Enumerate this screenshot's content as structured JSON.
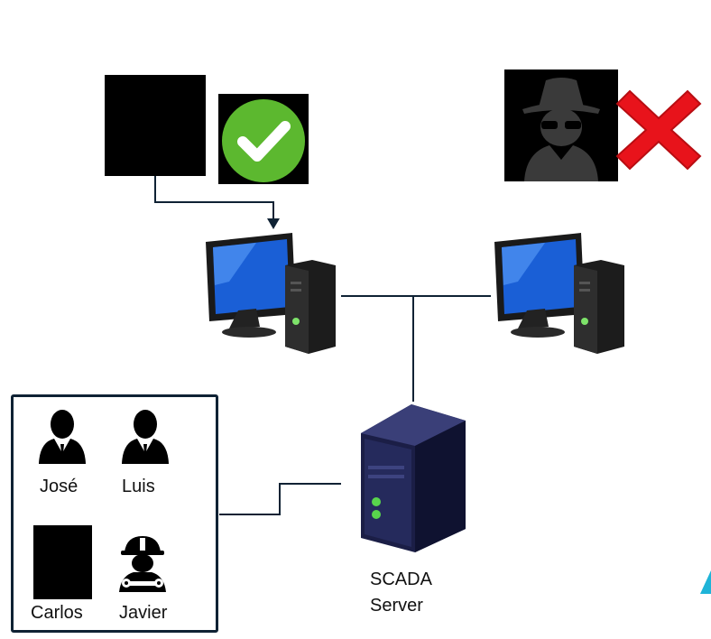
{
  "server": {
    "label_line1": "SCADA",
    "label_line2": "Server"
  },
  "users": [
    {
      "name": "José",
      "icon": "person-icon"
    },
    {
      "name": "Luis",
      "icon": "person-icon"
    },
    {
      "name": "Carlos",
      "icon": "redacted-photo"
    },
    {
      "name": "Javier",
      "icon": "engineer-icon"
    }
  ],
  "status": {
    "authorized": "check-icon",
    "denied": "cross-icon"
  },
  "colors": {
    "connector": "#0f2234",
    "check_green": "#5cb82f",
    "deny_red": "#e8131b",
    "monitor_blue": "#1a5fd6",
    "server_navy": "#1b1e46",
    "accent_cyan": "#1fb4d8"
  }
}
